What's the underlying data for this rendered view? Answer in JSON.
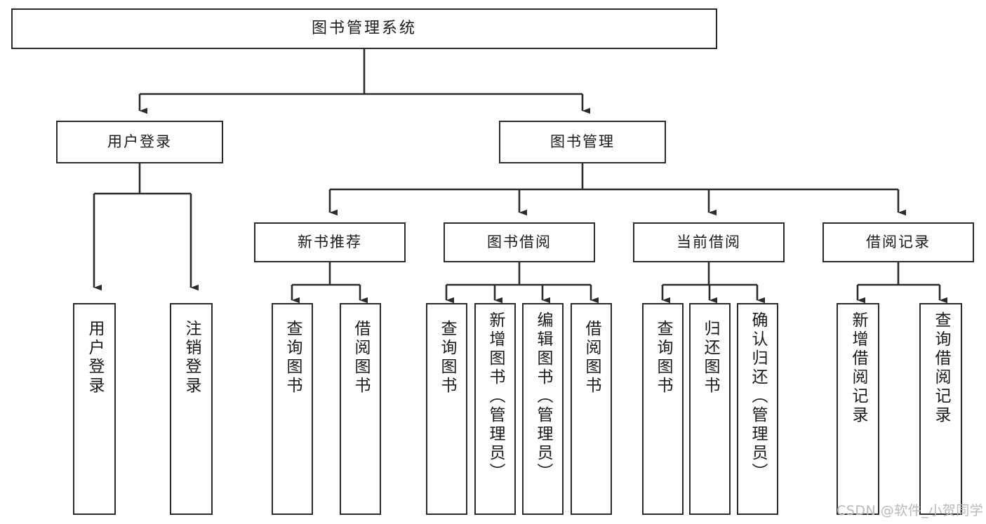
{
  "diagram": {
    "type": "tree-hierarchy-chart",
    "title": "图书管理系统",
    "levels": {
      "root": {
        "label": "图书管理系统"
      },
      "level2": [
        {
          "id": "user-login",
          "label": "用户登录"
        },
        {
          "id": "book-manage",
          "label": "图书管理"
        }
      ],
      "level3": [
        {
          "id": "new-book-recommend",
          "label": "新书推荐",
          "parent": "book-manage"
        },
        {
          "id": "book-borrow",
          "label": "图书借阅",
          "parent": "book-manage"
        },
        {
          "id": "current-borrow",
          "label": "当前借阅",
          "parent": "book-manage"
        },
        {
          "id": "borrow-record",
          "label": "借阅记录",
          "parent": "book-manage"
        }
      ],
      "leaves": [
        {
          "id": "leaf-user-login",
          "label": "用户登录",
          "parent": "user-login"
        },
        {
          "id": "leaf-logout-login",
          "label": "注销登录",
          "parent": "user-login"
        },
        {
          "id": "leaf-query-book-1",
          "label": "查询图书",
          "parent": "new-book-recommend"
        },
        {
          "id": "leaf-borrow-book-1",
          "label": "借阅图书",
          "parent": "new-book-recommend"
        },
        {
          "id": "leaf-query-book-2",
          "label": "查询图书",
          "parent": "book-borrow"
        },
        {
          "id": "leaf-add-book",
          "label": "新增图书（管理员）",
          "parent": "book-borrow"
        },
        {
          "id": "leaf-edit-book",
          "label": "编辑图书（管理员）",
          "parent": "book-borrow"
        },
        {
          "id": "leaf-borrow-book-2",
          "label": "借阅图书",
          "parent": "book-borrow"
        },
        {
          "id": "leaf-query-book-3",
          "label": "查询图书",
          "parent": "current-borrow"
        },
        {
          "id": "leaf-return-book",
          "label": "归还图书",
          "parent": "current-borrow"
        },
        {
          "id": "leaf-confirm-return",
          "label": "确认归还（管理员）",
          "parent": "current-borrow"
        },
        {
          "id": "leaf-add-record",
          "label": "新增借阅记录",
          "parent": "borrow-record"
        },
        {
          "id": "leaf-query-record",
          "label": "查询借阅记录",
          "parent": "borrow-record"
        }
      ]
    },
    "colors": {
      "stroke": "#2b2b2b",
      "fill": "#ffffff",
      "text": "#1a1a1a",
      "watermark": "#b9b9b9"
    }
  },
  "watermark": {
    "text": "CSDN @软件_小贺同学"
  }
}
